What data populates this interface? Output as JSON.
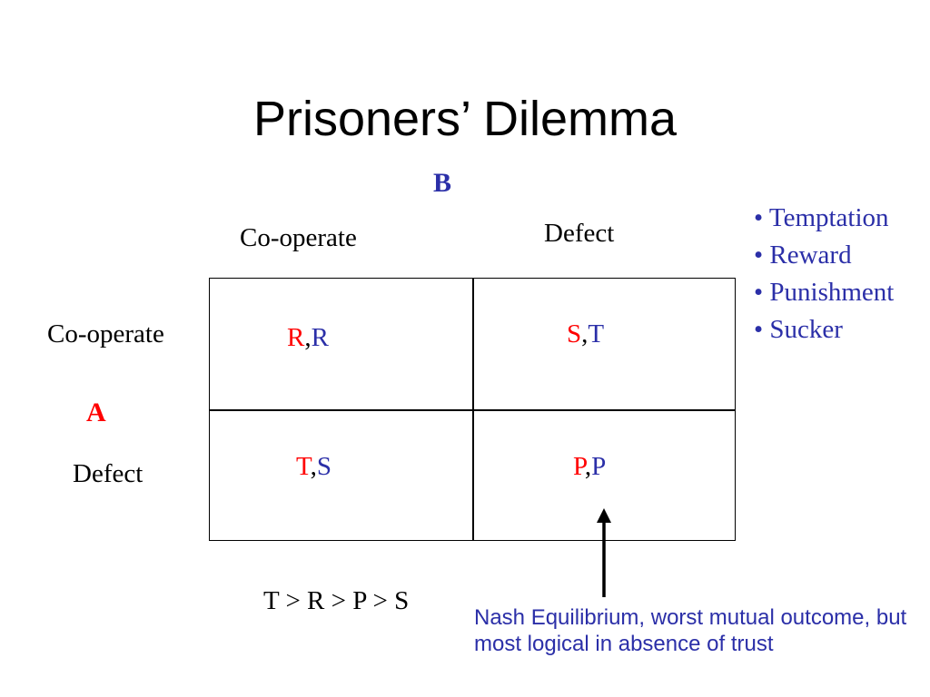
{
  "colors": {
    "red": "#ff0000",
    "blue": "#2b2fa8",
    "text": "#000000"
  },
  "title": "Prisoners’ Dilemma",
  "players": {
    "column_player": "B",
    "row_player": "A"
  },
  "columns": [
    "Co-operate",
    "Defect"
  ],
  "rows": [
    "Co-operate",
    "Defect"
  ],
  "payoffs": [
    [
      {
        "a": "R",
        "b": "R"
      },
      {
        "a": "S",
        "b": "T"
      }
    ],
    [
      {
        "a": "T",
        "b": "S"
      },
      {
        "a": "P",
        "b": "P"
      }
    ]
  ],
  "comma": ",",
  "legend": [
    "• Temptation",
    "• Reward",
    "• Punishment",
    "• Sucker"
  ],
  "inequality": "T > R > P > S",
  "nash_note": "Nash Equilibrium, worst mutual outcome, but most logical in absence of trust"
}
